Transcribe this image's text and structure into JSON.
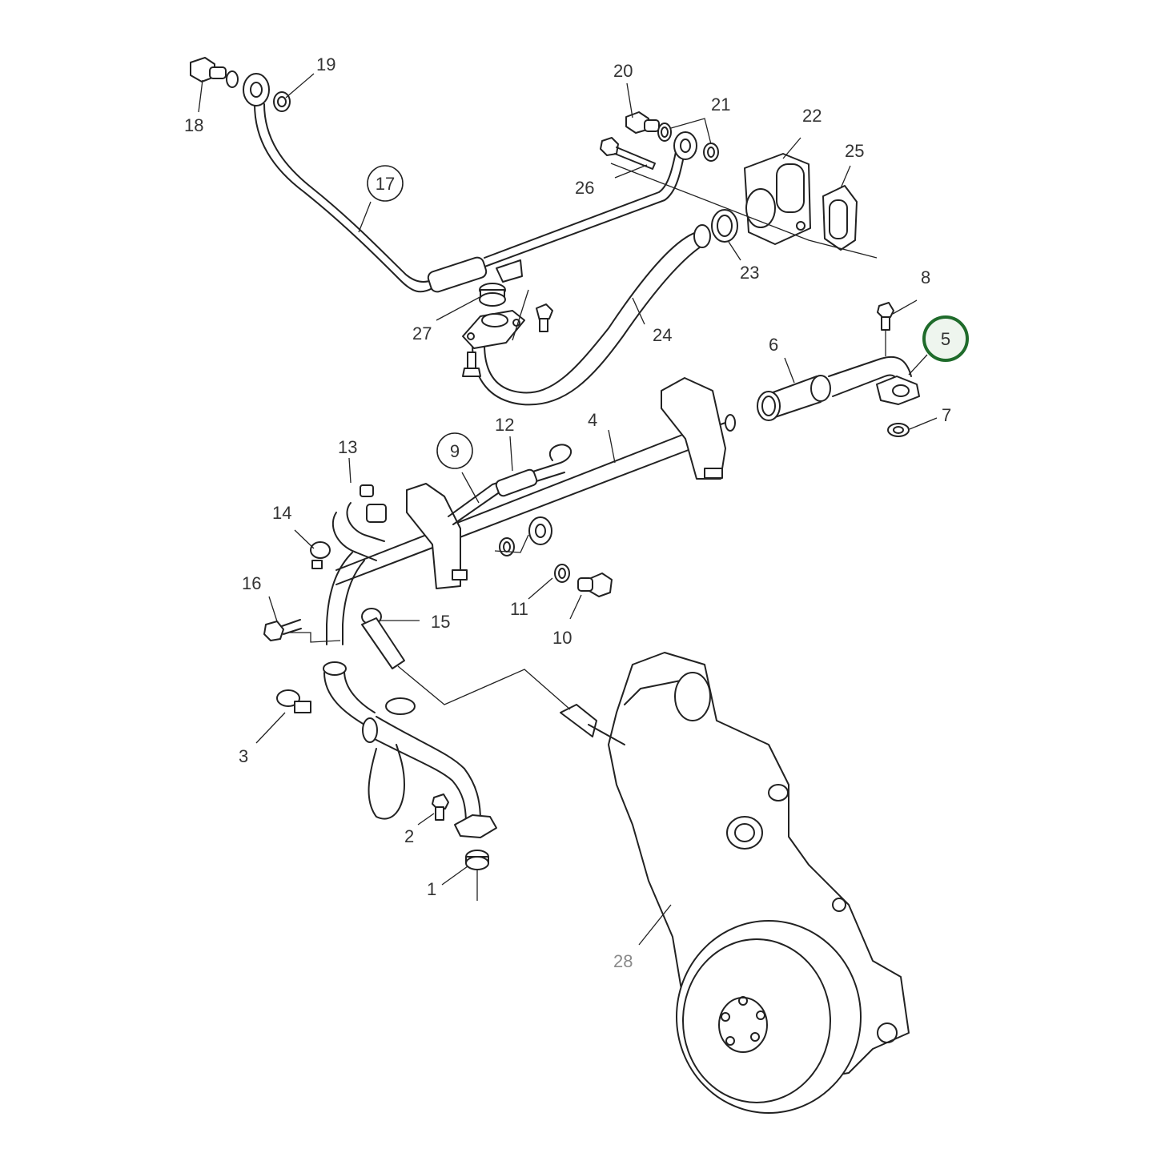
{
  "callouts": {
    "c1": "1",
    "c2": "2",
    "c3": "3",
    "c4": "4",
    "c5": "5",
    "c6": "6",
    "c7": "7",
    "c8": "8",
    "c9": "9",
    "c10": "10",
    "c11": "11",
    "c12": "12",
    "c13": "13",
    "c14": "14",
    "c15": "15",
    "c16": "16",
    "c17": "17",
    "c18": "18",
    "c19": "19",
    "c20": "20",
    "c21": "21",
    "c22": "22",
    "c23": "23",
    "c24": "24",
    "c25": "25",
    "c26": "26",
    "c27": "27",
    "c28": "28"
  },
  "colors": {
    "line": "#222222",
    "label": "#333333",
    "label_muted": "#8a8a8a",
    "highlight_ring": "#1f6b2b",
    "highlight_fill": "#eef5ee"
  },
  "highlighted_callout": "5"
}
